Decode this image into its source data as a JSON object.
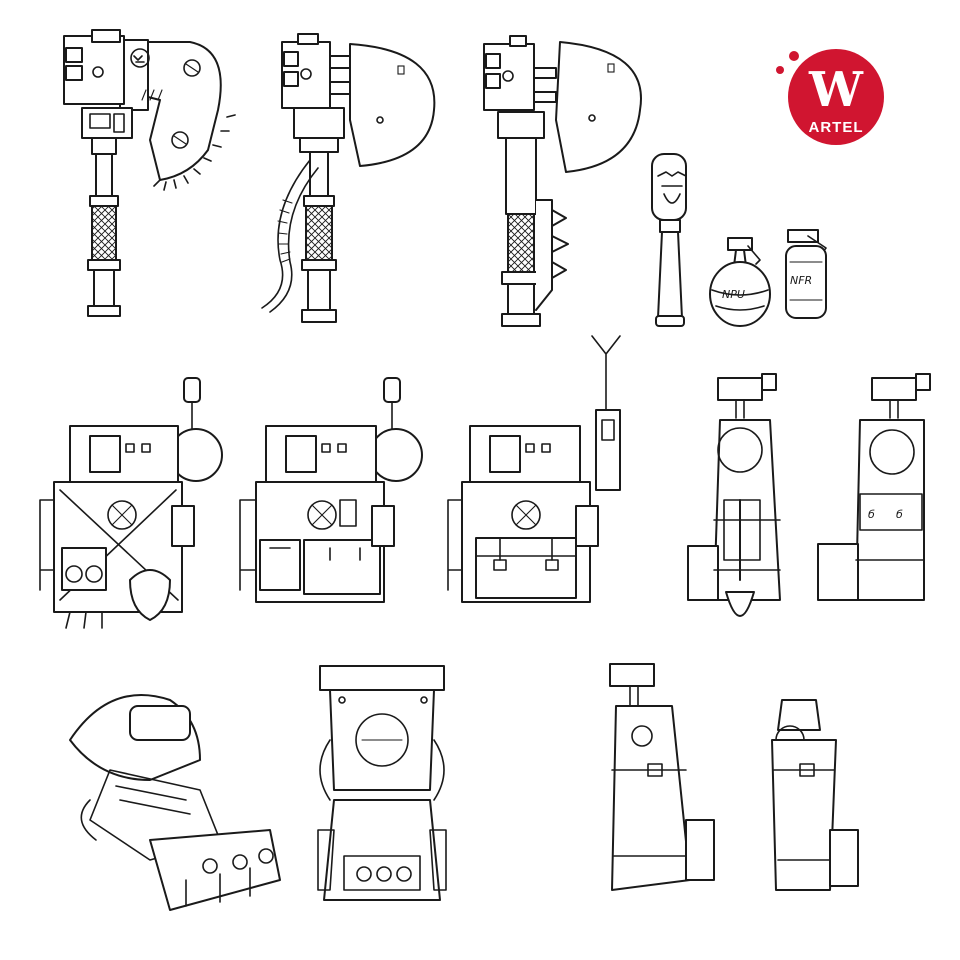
{
  "brand": {
    "logo_letter": "W",
    "logo_word": "ARTEL",
    "color": "#d01530"
  },
  "grenades": {
    "left_label": "NPU",
    "right_label": "NFR"
  },
  "holster": {
    "tag_left": "б",
    "tag_right": "б"
  },
  "colors": {
    "ink": "#1a1a1a",
    "paper": "#ffffff"
  }
}
